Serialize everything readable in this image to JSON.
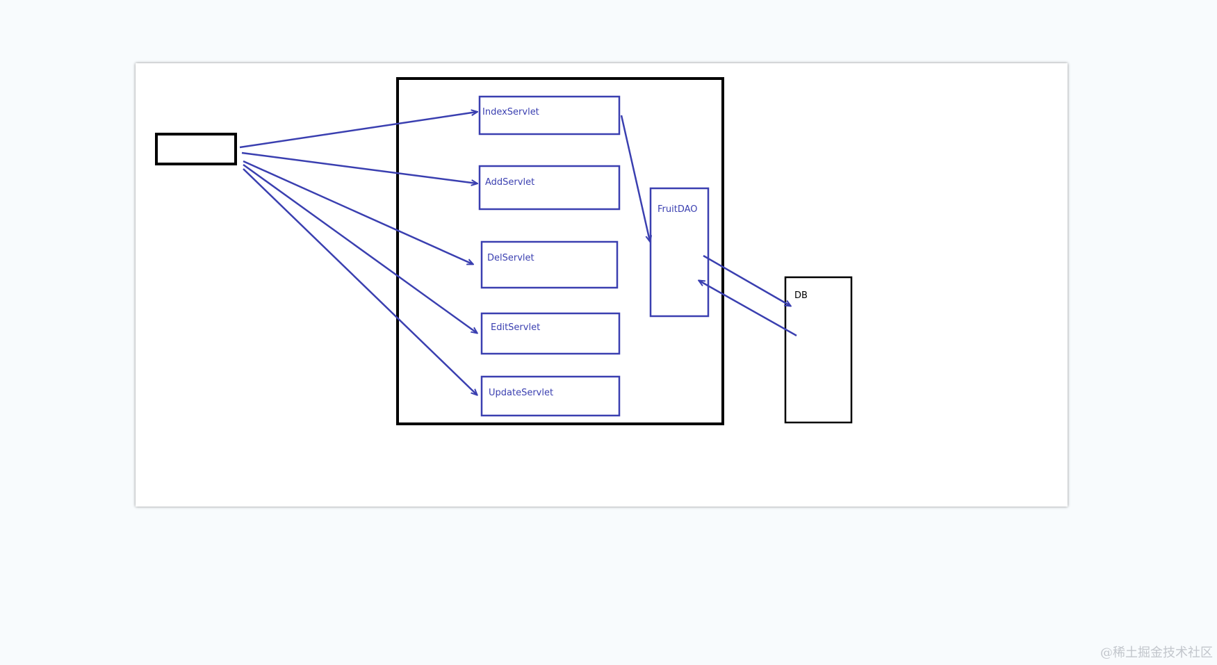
{
  "colors": {
    "ink": "#000000",
    "pen": "#3a3fb0",
    "canvas": "#ffffff",
    "background": "#f8fbfd"
  },
  "diagram": {
    "servlets": [
      {
        "id": "index",
        "label": "IndexServlet"
      },
      {
        "id": "add",
        "label": "AddServlet"
      },
      {
        "id": "del",
        "label": "DelServlet"
      },
      {
        "id": "edit",
        "label": "EditServlet"
      },
      {
        "id": "update",
        "label": "UpdateServlet"
      }
    ],
    "dao": {
      "label": "FruitDAO"
    },
    "db": {
      "label": "DB"
    }
  },
  "watermark": {
    "text": "@稀土掘金技术社区"
  }
}
